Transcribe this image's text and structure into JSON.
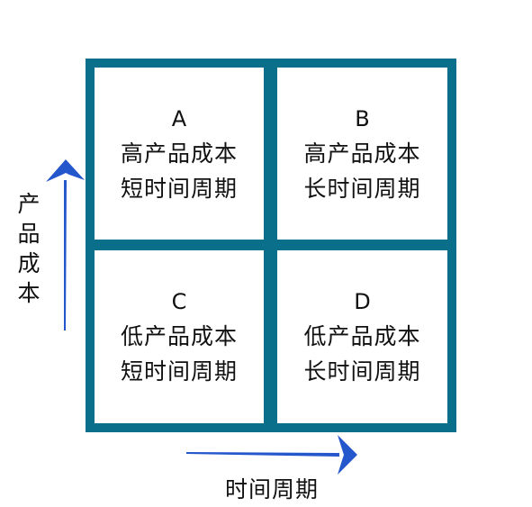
{
  "matrix": {
    "cells": [
      {
        "id": "A",
        "letter": "A",
        "cost": "高产品成本",
        "cycle": "短时间周期"
      },
      {
        "id": "B",
        "letter": "B",
        "cost": "高产品成本",
        "cycle": "长时间周期"
      },
      {
        "id": "C",
        "letter": "C",
        "cost": "低产品成本",
        "cycle": "短时间周期"
      },
      {
        "id": "D",
        "letter": "D",
        "cost": "低产品成本",
        "cycle": "长时间周期"
      }
    ]
  },
  "axes": {
    "y_label": [
      "产",
      "品",
      "成",
      "本"
    ],
    "x_label": "时间周期"
  },
  "colors": {
    "grid": "#0a6f8a",
    "arrow": "#2456cc"
  }
}
